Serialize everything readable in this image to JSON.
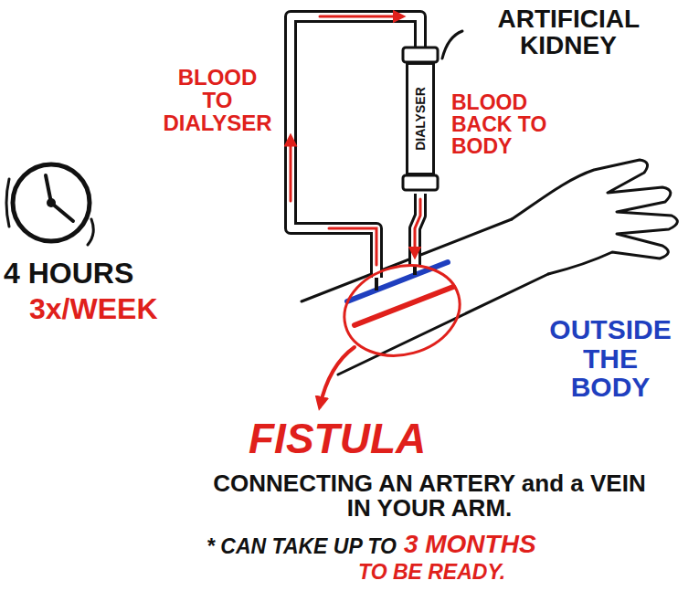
{
  "diagram": {
    "nodes": [
      {
        "text": [
          "DIALYSER"
        ]
      }
    ],
    "labels": [
      "ARTIFICIAL KIDNEY",
      "BLOOD TO DIALYSER",
      "BLOOD BACK TO BODY",
      "4 HOURS",
      "3x/WEEK",
      "OUTSIDE THE BODY",
      "FISTULA",
      "CONNECTING AN ARTERY and a VEIN IN YOUR ARM.",
      "* CAN TAKE UP TO",
      "3 MONTHS",
      "TO BE READY."
    ]
  }
}
